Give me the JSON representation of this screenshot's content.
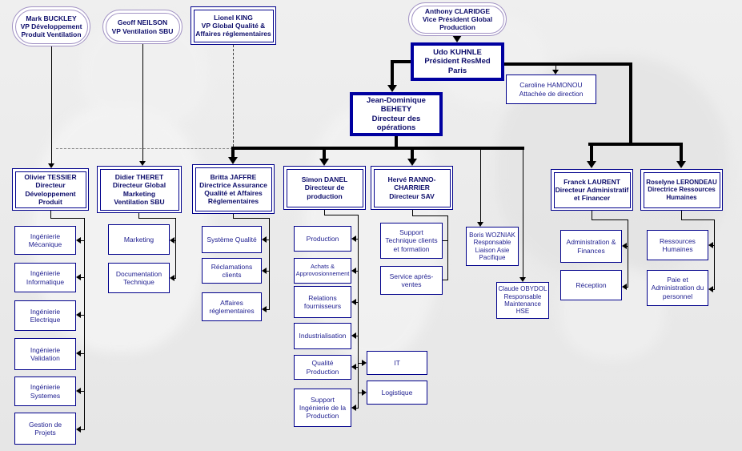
{
  "colors": {
    "background": "#ebebeb",
    "navy_border": "#00008b",
    "thick_border": "#0000a0",
    "oval_border": "#a293c4",
    "text_bold": "#0d0d6b",
    "text_regular": "#1d1d8f",
    "line_black": "#000000",
    "dash_gray": "#8a8a8a"
  },
  "nodes": {
    "buckley": {
      "text": "Mark BUCKLEY\nVP Développement\nProduit Ventilation"
    },
    "neilson": {
      "text": "Geoff NEILSON\nVP Ventilation SBU"
    },
    "king": {
      "text": "Lionel KING\nVP Global Qualité &\nAffaires réglementaires"
    },
    "claridge": {
      "text": "Anthony CLARIDGE\nVice Président Global\nProduction"
    },
    "kuhnle": {
      "text": "Udo KUHNLE\nPrésident ResMed\nParis"
    },
    "hamonou": {
      "text": "Caroline HAMONOU\nAttachée de direction"
    },
    "behety": {
      "text": "Jean-Dominique\nBEHETY\nDirecteur des\nopérations"
    },
    "tessier": {
      "text": "Olivier TESSIER\nDirecteur\nDéveloppement\nProduit"
    },
    "theret": {
      "text": "Didier THERET\nDirecteur Global\nMarketing\nVentilation SBU"
    },
    "jaffre": {
      "text": "Britta JAFFRE\nDirectrice Assurance\nQualité et Affaires\nRéglementaires"
    },
    "danel": {
      "text": "Simon DANEL\nDirecteur de\nproduction"
    },
    "ranno": {
      "text": "Hervé RANNO-\nCHARRIER\nDirecteur SAV"
    },
    "laurent": {
      "text": "Franck LAURENT\nDirecteur Administratif\net Financer"
    },
    "lerondeau": {
      "text": "Roselyne LERONDEAU\nDirectrice Ressources\nHumaines"
    },
    "wozniak": {
      "text": "Boris WOZNIAK\nResponsable\nLiaison Asie\nPacifique"
    },
    "obydol": {
      "text": "Claude OBYDOL\nResponsable\nMaintenance\nHSE"
    },
    "ing_mecanique": {
      "text": "Ingénierie\nMécanique"
    },
    "ing_informatique": {
      "text": "Ingénierie\nInformatique"
    },
    "ing_electrique": {
      "text": "Ingénierie\nElectrique"
    },
    "ing_validation": {
      "text": "Ingénierie\nValidation"
    },
    "ing_systemes": {
      "text": "Ingénierie\nSystemes"
    },
    "gestion_projets": {
      "text": "Gestion de\nProjets"
    },
    "marketing": {
      "text": "Marketing"
    },
    "doc_technique": {
      "text": "Documentation\nTechnique"
    },
    "systeme_qualite": {
      "text": "Système Qualité"
    },
    "reclamations": {
      "text": "Réclamations\nclients"
    },
    "affaires_reg": {
      "text": "Affaires\nréglementaires"
    },
    "production": {
      "text": "Production"
    },
    "achats": {
      "text": "Achats &\nApprovosionnement"
    },
    "relations": {
      "text": "Relations\nfournisseurs"
    },
    "industrialisation": {
      "text": "Industrialisation"
    },
    "qualite_production": {
      "text": "Qualité\nProduction"
    },
    "support_ing": {
      "text": "Support\nIngénierie de la\nProduction"
    },
    "it": {
      "text": "IT"
    },
    "logistique": {
      "text": "Logistique"
    },
    "support_tech": {
      "text": "Support\nTechnique clients\net formation"
    },
    "service_apres": {
      "text": "Service après-\nventes"
    },
    "admin_finances": {
      "text": "Administration &\nFinances"
    },
    "reception": {
      "text": "Réception"
    },
    "ressources_humaines": {
      "text": "Ressources\nHumaines"
    },
    "paie": {
      "text": "Paie et\nAdministration du\npersonnel"
    }
  }
}
